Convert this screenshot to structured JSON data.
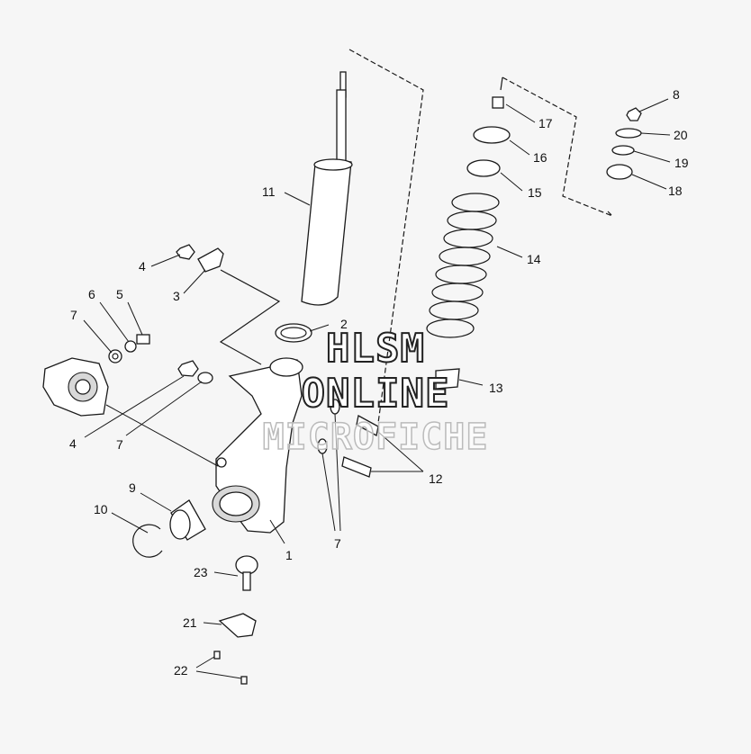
{
  "callouts": [
    {
      "id": "c1",
      "text": "1"
    },
    {
      "id": "c2",
      "text": "2"
    },
    {
      "id": "c3",
      "text": "3"
    },
    {
      "id": "c4a",
      "text": "4"
    },
    {
      "id": "c4b",
      "text": "4"
    },
    {
      "id": "c5",
      "text": "5"
    },
    {
      "id": "c6",
      "text": "6"
    },
    {
      "id": "c7a",
      "text": "7"
    },
    {
      "id": "c7b",
      "text": "7"
    },
    {
      "id": "c7c",
      "text": "7"
    },
    {
      "id": "c8",
      "text": "8"
    },
    {
      "id": "c9",
      "text": "9"
    },
    {
      "id": "c10",
      "text": "10"
    },
    {
      "id": "c11",
      "text": "11"
    },
    {
      "id": "c12",
      "text": "12"
    },
    {
      "id": "c13",
      "text": "13"
    },
    {
      "id": "c14",
      "text": "14"
    },
    {
      "id": "c15",
      "text": "15"
    },
    {
      "id": "c16",
      "text": "16"
    },
    {
      "id": "c17",
      "text": "17"
    },
    {
      "id": "c18",
      "text": "18"
    },
    {
      "id": "c19",
      "text": "19"
    },
    {
      "id": "c20",
      "text": "20"
    },
    {
      "id": "c21",
      "text": "21"
    },
    {
      "id": "c22",
      "text": "22"
    },
    {
      "id": "c23",
      "text": "23"
    }
  ],
  "watermark": {
    "line1": "HLSM",
    "line2": "ONLINE",
    "line3": "MICROFICHE"
  }
}
